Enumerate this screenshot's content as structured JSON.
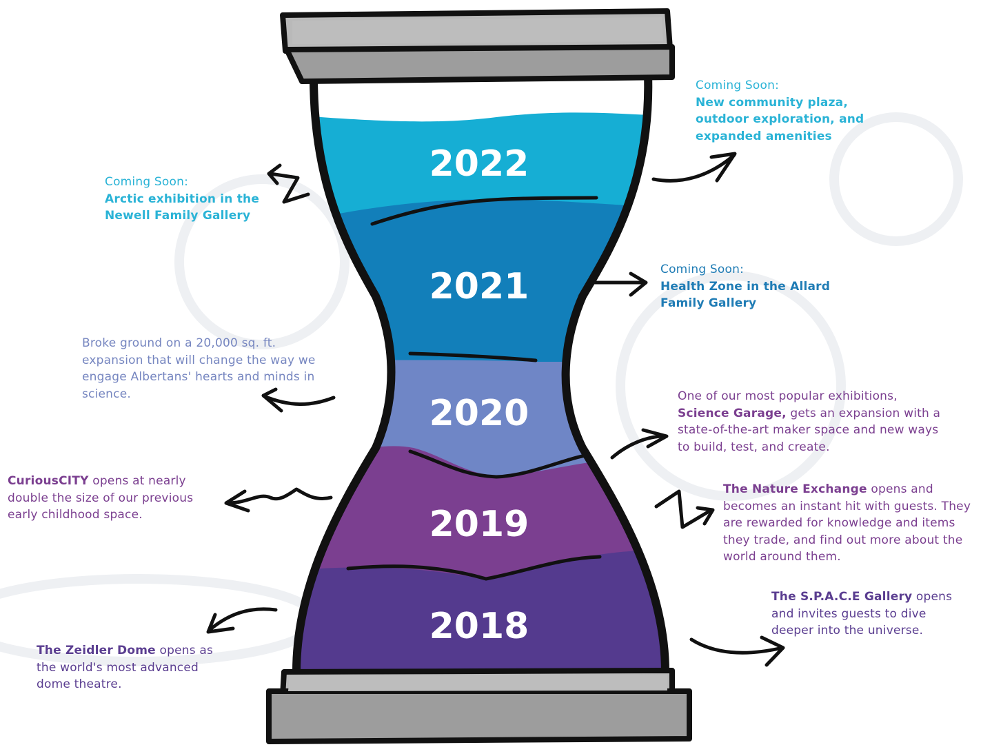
{
  "colors": {
    "band_2022": "#16aed4",
    "band_2021": "#127fba",
    "band_2020": "#6f86c6",
    "band_2019": "#7b3f90",
    "band_2018": "#543a8e",
    "cap_fill": "#9d9d9d",
    "cap_light": "#b9b9b9",
    "outline": "#111111",
    "text_cyan": "#2ab3d6",
    "text_blue": "#1f7cb5",
    "text_periwinkle": "#7686c0",
    "text_purple": "#7b3f90",
    "text_indigo": "#5a3d90"
  },
  "years": [
    "2022",
    "2021",
    "2020",
    "2019",
    "2018"
  ],
  "notes": {
    "coming_2022": {
      "lead": "Coming Soon:",
      "body": "New community plaza, outdoor exploration, and expanded amenities"
    },
    "coming_arctic": {
      "lead": "Coming Soon:",
      "body": "Arctic exhibition in the Newell Family Gallery"
    },
    "coming_health": {
      "lead": "Coming Soon:",
      "body": "Health Zone in the Allard Family Gallery"
    },
    "broke_ground": {
      "text": "Broke ground on a 20,000 sq. ft. expansion that will change the way we engage Albertans' hearts and minds in science."
    },
    "science_garage": {
      "before": "One of our most popular exhibitions, ",
      "highlight": "Science Garage,",
      "after": " gets an expansion with a state-of-the-art maker space and new ways to build, test, and create."
    },
    "curious_city": {
      "highlight": "CuriousCITY",
      "after": " opens at nearly double the size of our previous early childhood space."
    },
    "nature_exchange": {
      "highlight": "The Nature Exchange",
      "after": " opens and becomes an instant hit with guests. They are rewarded for knowledge and items they trade, and find out more about the world around them."
    },
    "space_gallery": {
      "highlight": "The S.P.A.C.E Gallery",
      "after": " opens and invites guests to dive deeper into the universe."
    },
    "zeidler_dome": {
      "highlight": "The Zeidler Dome",
      "after": " opens as the world's most advanced dome theatre."
    }
  }
}
